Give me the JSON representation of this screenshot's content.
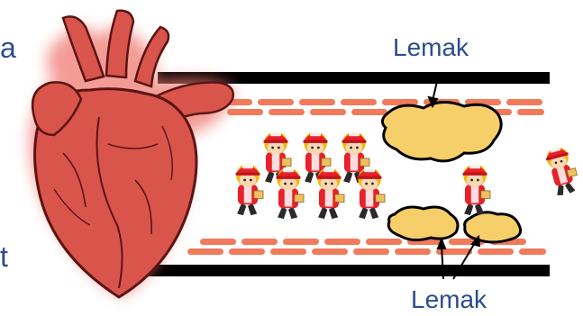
{
  "labels": {
    "fat_top": "Lemak",
    "fat_bottom": "Lemak",
    "edge_left_top": "a",
    "edge_left_bottom": "t"
  },
  "colors": {
    "text": "#2b4d8c",
    "heart": "#d9554c",
    "heart_glow": "#f07a72",
    "wall": "#000000",
    "lining": "#f07a5a",
    "fat": "#f7cf6a",
    "courier_cap": "#e8202a",
    "courier_hair": "#f2b705"
  },
  "icons": [
    "heart-icon",
    "courier-icon",
    "fat-deposit-icon",
    "arrow-icon"
  ]
}
